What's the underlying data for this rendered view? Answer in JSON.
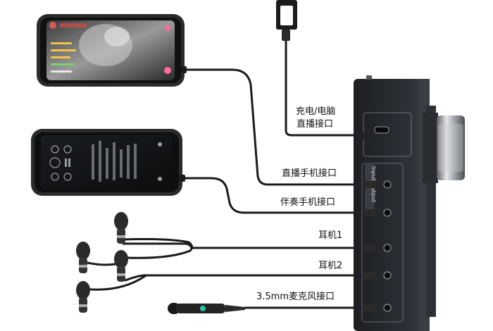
{
  "labels": {
    "charge_pc_line1": "充电/电脑",
    "charge_pc_line2": "直播接口",
    "live_phone": "直播手机接口",
    "accomp_phone": "伴奏手机接口",
    "earphone1": "耳机1",
    "earphone2": "耳机2",
    "mic": "3.5mm麦克风接口"
  },
  "device_panel": {
    "side_text": "Input/Output"
  },
  "colors": {
    "cable": "#1b1b1b",
    "device_body": "#2a2d33",
    "phone_frame": "#2b2b2b",
    "knob": "#8c8f94",
    "mic_led": "#27c2a5"
  }
}
